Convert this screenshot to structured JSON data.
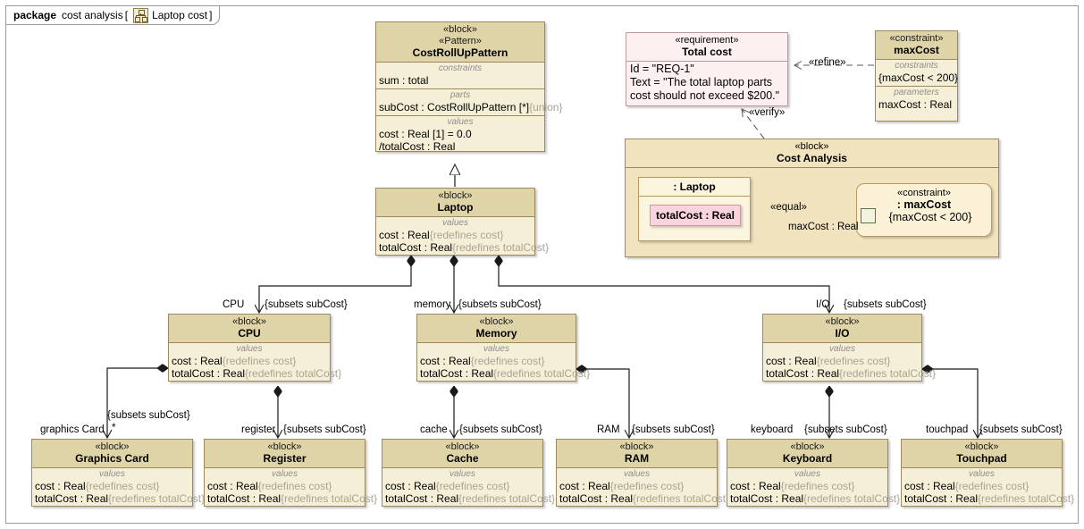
{
  "package": {
    "keyword": "package",
    "name": "cost analysis",
    "bracket_open": "[",
    "diagram_icon": "bdd-diagram-icon",
    "diagram_name": "Laptop cost",
    "bracket_close": "]"
  },
  "stereotypes": {
    "block": "«block»",
    "pattern": "«Pattern»",
    "requirement": "«requirement»",
    "constraint": "«constraint»"
  },
  "compartment_captions": {
    "constraints": "constraints",
    "parts": "parts",
    "values": "values",
    "parameters": "parameters"
  },
  "blocks": {
    "cost_roll_up_pattern": {
      "stereotype1": "«block»",
      "stereotype2": "«Pattern»",
      "name": "CostRollUpPattern",
      "constraints_caption": "constraints",
      "constraints": [
        "sum : total"
      ],
      "parts_caption": "parts",
      "parts_name": "subCost : CostRollUpPattern [*]",
      "parts_union": "{union}",
      "values_caption": "values",
      "values": [
        "cost : Real [1] = 0.0",
        "/totalCost : Real"
      ]
    },
    "laptop": {
      "stereotype": "«block»",
      "name": "Laptop",
      "values_caption": "values",
      "values": [
        {
          "text": "cost : Real",
          "redefines": "{redefines cost}"
        },
        {
          "text": "totalCost : Real",
          "redefines": "{redefines totalCost}"
        }
      ]
    },
    "cpu": {
      "stereotype": "«block»",
      "name": "CPU",
      "values_caption": "values",
      "values": [
        {
          "text": "cost : Real",
          "redefines": "{redefines cost}"
        },
        {
          "text": "totalCost : Real",
          "redefines": "{redefines totalCost}"
        }
      ]
    },
    "memory": {
      "stereotype": "«block»",
      "name": "Memory",
      "values_caption": "values",
      "values": [
        {
          "text": "cost : Real",
          "redefines": "{redefines cost}"
        },
        {
          "text": "totalCost : Real",
          "redefines": "{redefines totalCost}"
        }
      ]
    },
    "io": {
      "stereotype": "«block»",
      "name": "I/O",
      "values_caption": "values",
      "values": [
        {
          "text": "cost : Real",
          "redefines": "{redefines cost}"
        },
        {
          "text": "totalCost : Real",
          "redefines": "{redefines totalCost}"
        }
      ]
    },
    "graphics_card": {
      "stereotype": "«block»",
      "name": "Graphics Card",
      "values_caption": "values",
      "values": [
        {
          "text": "cost : Real",
          "redefines": "{redefines cost}"
        },
        {
          "text": "totalCost : Real",
          "redefines": "{redefines totalCost}"
        }
      ]
    },
    "register": {
      "stereotype": "«block»",
      "name": "Register",
      "values_caption": "values",
      "values": [
        {
          "text": "cost : Real",
          "redefines": "{redefines cost}"
        },
        {
          "text": "totalCost : Real",
          "redefines": "{redefines totalCost}"
        }
      ]
    },
    "cache": {
      "stereotype": "«block»",
      "name": "Cache",
      "values_caption": "values",
      "values": [
        {
          "text": "cost : Real",
          "redefines": "{redefines cost}"
        },
        {
          "text": "totalCost : Real",
          "redefines": "{redefines totalCost}"
        }
      ]
    },
    "ram": {
      "stereotype": "«block»",
      "name": "RAM",
      "values_caption": "values",
      "values": [
        {
          "text": "cost : Real",
          "redefines": "{redefines cost}"
        },
        {
          "text": "totalCost : Real",
          "redefines": "{redefines totalCost}"
        }
      ]
    },
    "keyboard": {
      "stereotype": "«block»",
      "name": "Keyboard",
      "values_caption": "values",
      "values": [
        {
          "text": "cost : Real",
          "redefines": "{redefines cost}"
        },
        {
          "text": "totalCost : Real",
          "redefines": "{redefines totalCost}"
        }
      ]
    },
    "touchpad": {
      "stereotype": "«block»",
      "name": "Touchpad",
      "values_caption": "values",
      "values": [
        {
          "text": "cost : Real",
          "redefines": "{redefines cost}"
        },
        {
          "text": "totalCost : Real",
          "redefines": "{redefines totalCost}"
        }
      ]
    }
  },
  "requirement": {
    "stereotype": "«requirement»",
    "name": "Total cost",
    "lines": [
      "Id = \"REQ-1\"",
      "Text = \"The total laptop parts",
      "cost should not exceed $200.\""
    ]
  },
  "max_cost_constraint_block": {
    "stereotype": "«constraint»",
    "name": "maxCost",
    "constraints_caption": "constraints",
    "constraint_expression": "{maxCost < 200}",
    "parameters_caption": "parameters",
    "parameters": [
      "maxCost : Real"
    ]
  },
  "cost_analysis": {
    "stereotype": "«block»",
    "name": "Cost Analysis",
    "laptop_part": {
      "name": ": Laptop",
      "property": "totalCost : Real"
    },
    "constraint_property": {
      "stereotype": "«constraint»",
      "name": ": maxCost",
      "expression": "{maxCost < 200}"
    },
    "binding_label": "«equal»",
    "parameter_label": "maxCost : Real"
  },
  "relationships": {
    "refine": "«refine»",
    "verify": "«verify»",
    "subsets": "{subsets subCost}",
    "edges": [
      {
        "role": "CPU",
        "subsets": "{subsets subCost}"
      },
      {
        "role": "memory",
        "subsets": "{subsets subCost}"
      },
      {
        "role": "I/O",
        "subsets": "{subsets subCost}"
      },
      {
        "role": "graphics Card",
        "subsets": "{subsets subCost}",
        "multiplicity": "*"
      },
      {
        "role": "register",
        "subsets": "{subsets subCost}"
      },
      {
        "role": "cache",
        "subsets": "{subsets subCost}"
      },
      {
        "role": "RAM",
        "subsets": "{subsets subCost}"
      },
      {
        "role": "keyboard",
        "subsets": "{subsets subCost}"
      },
      {
        "role": "touchpad",
        "subsets": "{subsets subCost}"
      }
    ]
  },
  "colors": {
    "block_header": "#dfd3a8",
    "block_body": "#f6efd8",
    "requirement_body": "#fdf0f0",
    "property_pink": "#f9d3dd",
    "container_block": "#f0e3bd",
    "line": "#1a1a1a"
  }
}
